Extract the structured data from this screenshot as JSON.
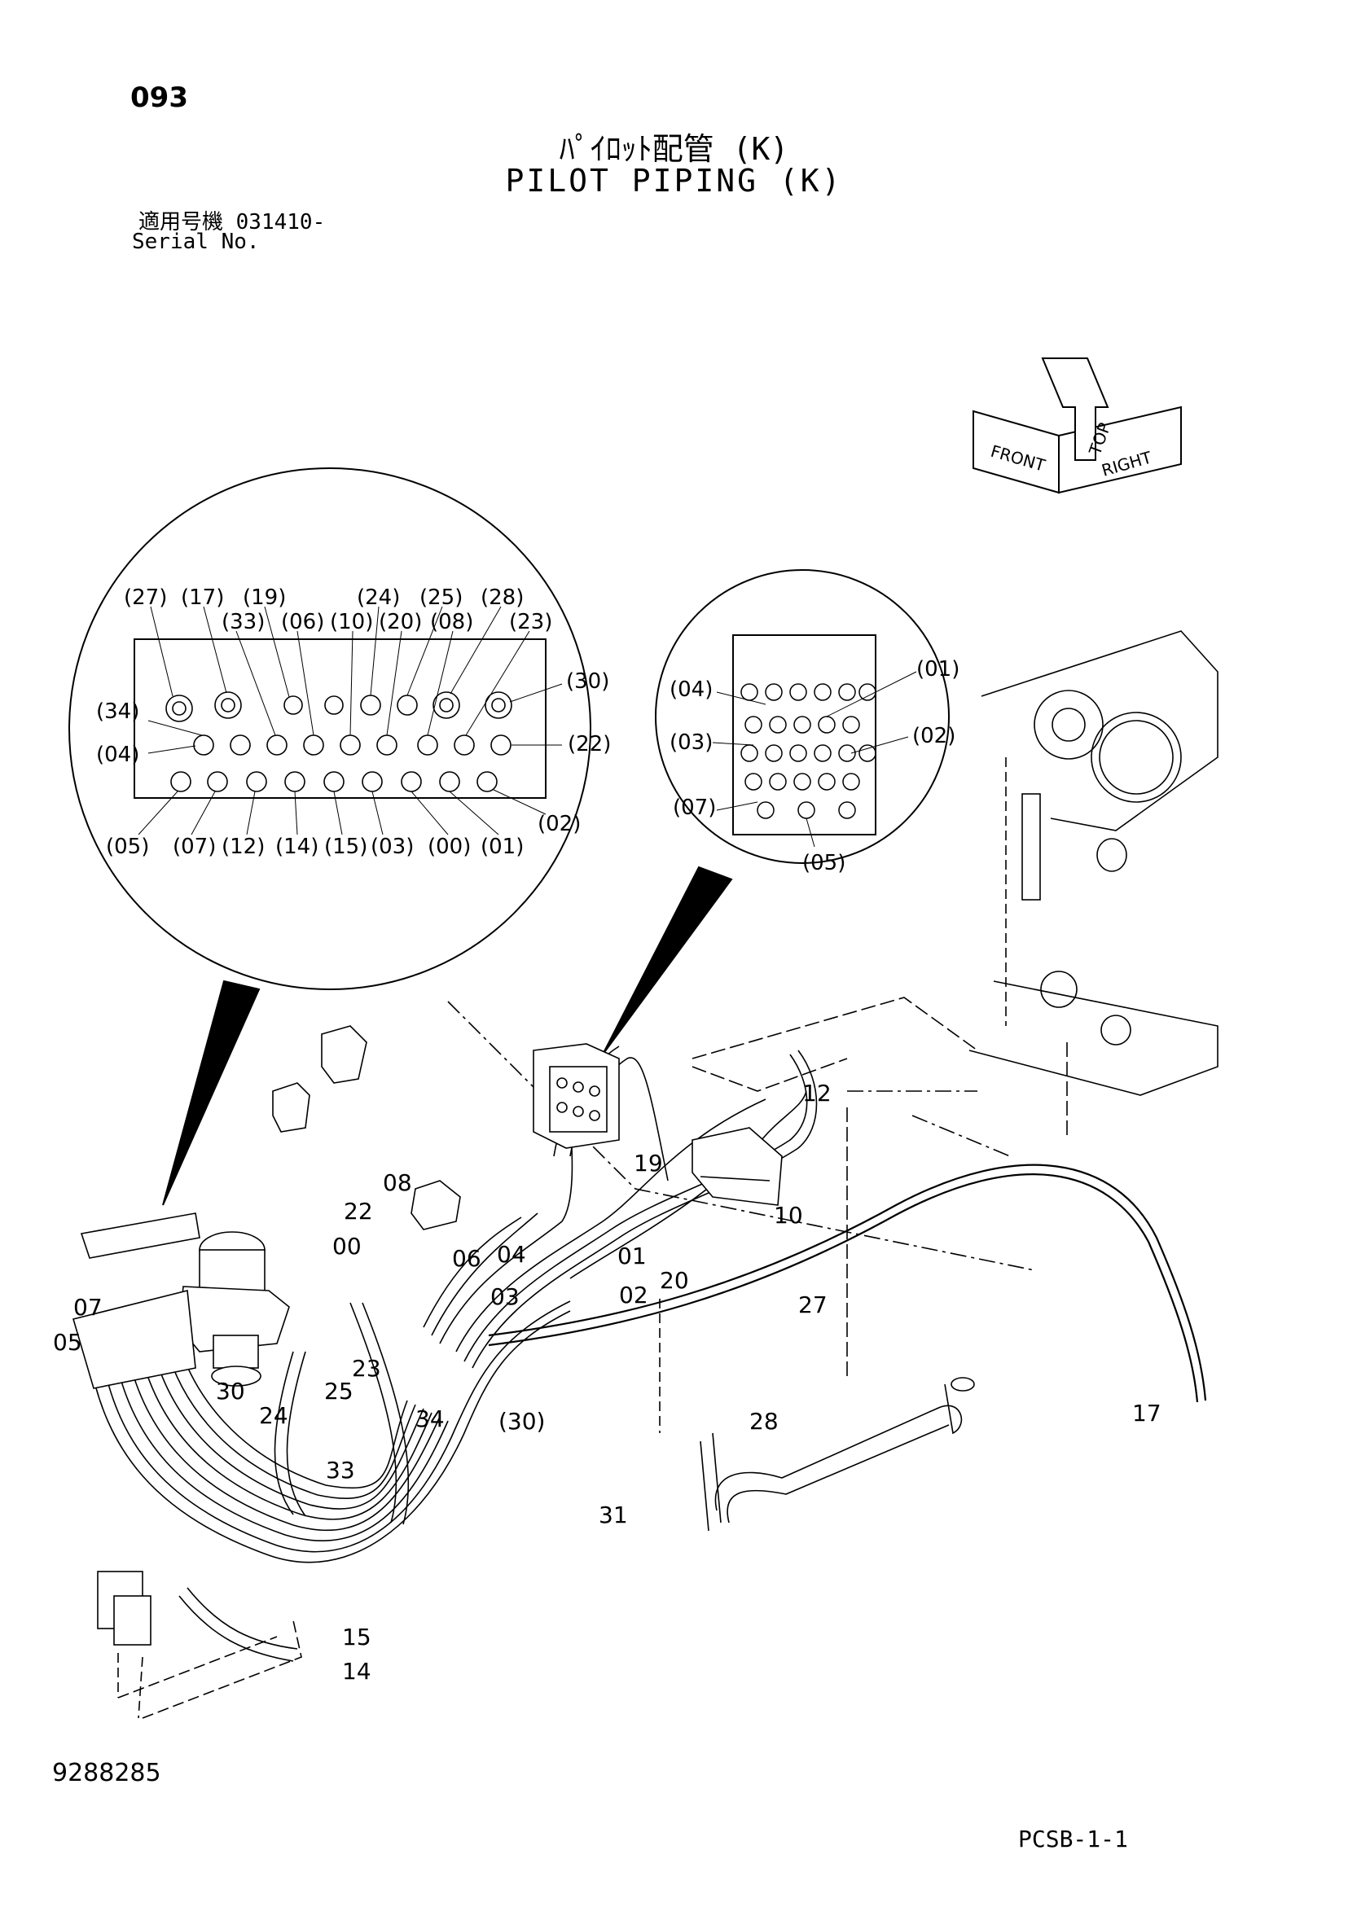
{
  "header": {
    "page_number": "093",
    "title_jp": "ﾊﾟｲﾛｯﾄ配管 (K)",
    "title_en": "PILOT PIPING (K)",
    "serial_jp": "適用号機  031410-",
    "serial_en": "Serial No."
  },
  "footer": {
    "drawing_number": "9288285",
    "sheet_code": "PCSB-1-1"
  },
  "orientation": {
    "front": "FRONT",
    "top": "TOP",
    "right": "RIGHT"
  },
  "left_detail_labels": {
    "r1": [
      "(27)",
      "(17)",
      "(19)",
      "(24)",
      "(25)",
      "(28)"
    ],
    "r2": [
      "(33)",
      "(06)",
      "(10)",
      "(20)",
      "(08)",
      "(23)"
    ],
    "side_left": [
      "(34)",
      "(04)"
    ],
    "side_right": [
      "(30)",
      "(22)",
      "(02)"
    ],
    "bottom": [
      "(05)",
      "(07)",
      "(12)",
      "(14)",
      "(15)",
      "(03)",
      "(00)",
      "(01)"
    ]
  },
  "right_detail_labels": [
    "(04)",
    "(01)",
    "(03)",
    "(02)",
    "(07)",
    "(05)"
  ],
  "callouts": [
    "12",
    "19",
    "10",
    "08",
    "22",
    "00",
    "06",
    "04",
    "01",
    "03",
    "02",
    "20",
    "27",
    "07",
    "05",
    "30",
    "24",
    "25",
    "23",
    "34",
    "(30)",
    "28",
    "17",
    "33",
    "31",
    "15",
    "14"
  ]
}
